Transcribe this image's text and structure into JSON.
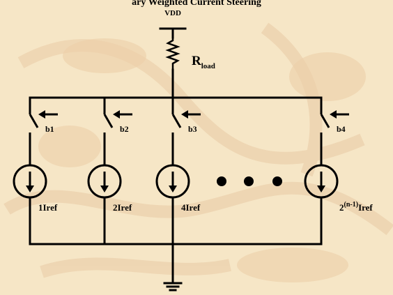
{
  "diagram": {
    "heading_partial": "ary Weighted Current Steering",
    "supply_label": "VDD",
    "resistor_label_main": "R",
    "resistor_label_sub": "load",
    "switch_labels": [
      "b1",
      "b2",
      "b3",
      "b4"
    ],
    "source_labels": [
      "1Iref",
      "2Iref",
      "4Iref"
    ],
    "last_source_base": "2",
    "last_source_exp": "(n-1)",
    "last_source_suffix": "Iref",
    "ellipsis_dots": 3,
    "colors": {
      "background": "#f6e6c6",
      "watermark": "#e9c9a1",
      "ink": "#000000"
    }
  }
}
